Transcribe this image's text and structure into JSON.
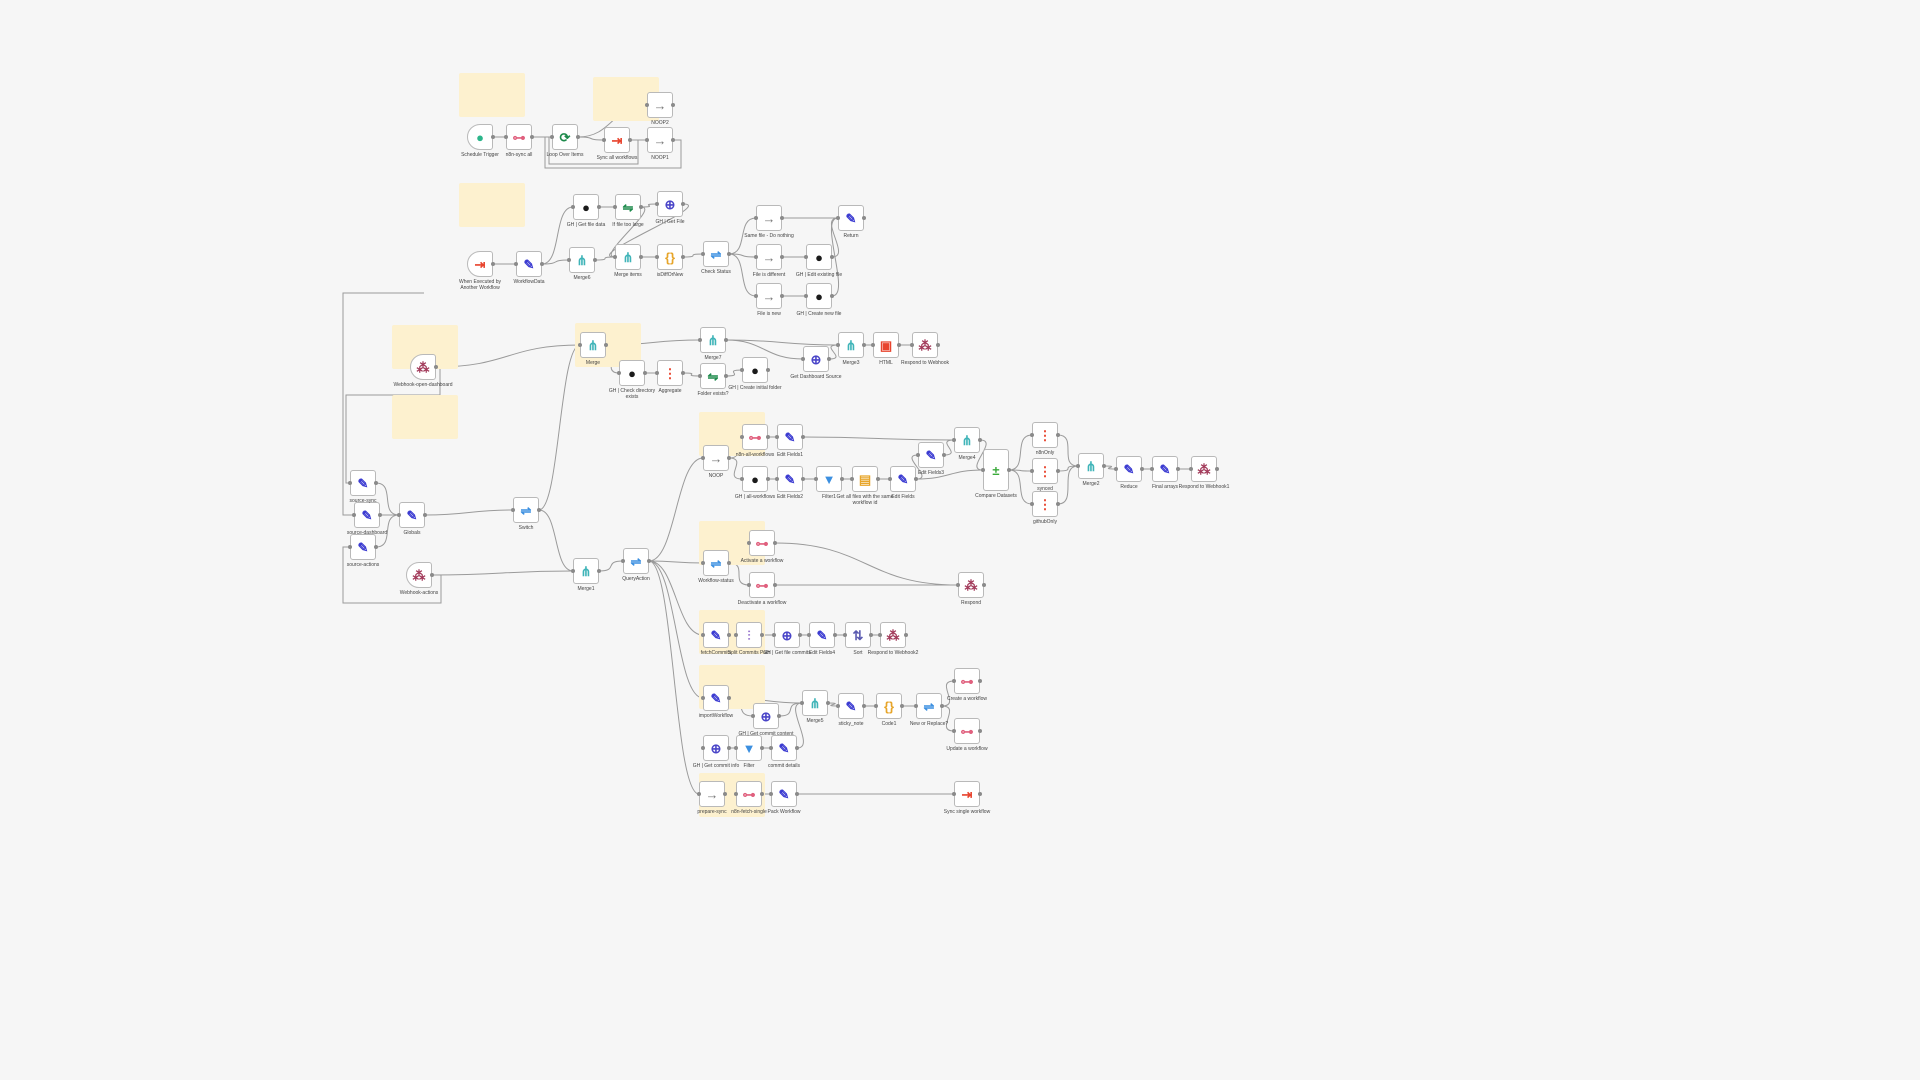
{
  "canvas": {
    "nodes": [
      {
        "label": "Schedule Trigger",
        "icon": "clock-icon"
      },
      {
        "label": "n8n-sync all",
        "icon": "n8n-icon"
      },
      {
        "label": "Loop Over Items",
        "icon": "loop-icon"
      },
      {
        "label": "Sync all workflows",
        "icon": "execute-workflow-icon"
      },
      {
        "label": "NOOP2",
        "icon": "arrow-right-icon"
      },
      {
        "label": "NOOP1",
        "icon": "arrow-right-icon"
      },
      {
        "label": "When Executed by Another Workflow",
        "icon": "execute-trigger-icon"
      },
      {
        "label": "WorkflowData",
        "icon": "pencil-icon"
      },
      {
        "label": "Merge6",
        "icon": "merge-icon"
      },
      {
        "label": "GH | Get file data",
        "icon": "github-icon"
      },
      {
        "label": "If file too large",
        "icon": "if-icon"
      },
      {
        "label": "GH | Get File",
        "icon": "globe-icon"
      },
      {
        "label": "Merge items",
        "icon": "merge-icon"
      },
      {
        "label": "isDiffOrNew",
        "icon": "code-icon"
      },
      {
        "label": "Check Status",
        "icon": "switch-icon"
      },
      {
        "label": "Same file - Do nothing",
        "icon": "arrow-right-icon"
      },
      {
        "label": "File is different",
        "icon": "arrow-right-icon"
      },
      {
        "label": "File is new",
        "icon": "arrow-right-icon"
      },
      {
        "label": "GH | Edit existing file",
        "icon": "github-icon"
      },
      {
        "label": "GH | Create new file",
        "icon": "github-icon"
      },
      {
        "label": "Return",
        "icon": "pencil-icon"
      },
      {
        "label": "Webhook-open-dashboard",
        "icon": "webhook-icon"
      },
      {
        "label": "Merge",
        "icon": "merge-icon"
      },
      {
        "label": "GH | Check directory exists",
        "icon": "github-icon"
      },
      {
        "label": "Aggregate",
        "icon": "aggregate-icon"
      },
      {
        "label": "Merge7",
        "icon": "merge-icon"
      },
      {
        "label": "Folder exists?",
        "icon": "if-icon"
      },
      {
        "label": "GH | Create initial folder",
        "icon": "github-icon"
      },
      {
        "label": "Get Dashboard Source",
        "icon": "globe-icon"
      },
      {
        "label": "Merge3",
        "icon": "merge-icon"
      },
      {
        "label": "HTML",
        "icon": "html-icon"
      },
      {
        "label": "Respond to Webhook",
        "icon": "webhook-icon"
      },
      {
        "label": "NOOP",
        "icon": "arrow-right-icon"
      },
      {
        "label": "n8n-all-workflows",
        "icon": "n8n-icon"
      },
      {
        "label": "Edit Fields1",
        "icon": "pencil-icon"
      },
      {
        "label": "GH | all-workflows",
        "icon": "github-icon"
      },
      {
        "label": "Edit Fields2",
        "icon": "pencil-icon"
      },
      {
        "label": "Filter1",
        "icon": "filter-icon"
      },
      {
        "label": "Get all files with the same workflow id",
        "icon": "clipboard-icon"
      },
      {
        "label": "Edit Fields",
        "icon": "pencil-icon"
      },
      {
        "label": "Edit Fields3",
        "icon": "pencil-icon"
      },
      {
        "label": "Merge4",
        "icon": "merge-icon"
      },
      {
        "label": "Compare Datasets",
        "icon": "compare-icon"
      },
      {
        "label": "n8nOnly",
        "icon": "aggregate-icon"
      },
      {
        "label": "synced",
        "icon": "aggregate-icon"
      },
      {
        "label": "githubOnly",
        "icon": "aggregate-icon"
      },
      {
        "label": "Merge2",
        "icon": "merge-icon"
      },
      {
        "label": "Reduce",
        "icon": "pencil-icon"
      },
      {
        "label": "Final arrays",
        "icon": "pencil-icon"
      },
      {
        "label": "Respond to Webhook1",
        "icon": "webhook-icon"
      },
      {
        "label": "source-sync",
        "icon": "pencil-icon"
      },
      {
        "label": "source-dashboard",
        "icon": "pencil-icon"
      },
      {
        "label": "source-actions",
        "icon": "pencil-icon"
      },
      {
        "label": "Globals",
        "icon": "pencil-icon"
      },
      {
        "label": "Switch",
        "icon": "switch-icon"
      },
      {
        "label": "Webhook-actions",
        "icon": "webhook-icon"
      },
      {
        "label": "Merge1",
        "icon": "merge-icon"
      },
      {
        "label": "QueryAction",
        "icon": "switch-icon"
      },
      {
        "label": "Workflow-status",
        "icon": "switch-icon"
      },
      {
        "label": "Activate a workflow",
        "icon": "n8n-icon"
      },
      {
        "label": "Deactivate a workflow",
        "icon": "n8n-icon"
      },
      {
        "label": "Respond",
        "icon": "webhook-icon"
      },
      {
        "label": "fetchCommits",
        "icon": "pencil-icon"
      },
      {
        "label": "Split Commits Path",
        "icon": "split-icon"
      },
      {
        "label": "GH | Get file commits",
        "icon": "globe-icon"
      },
      {
        "label": "Edit Fields4",
        "icon": "pencil-icon"
      },
      {
        "label": "Sort",
        "icon": "sort-icon"
      },
      {
        "label": "Respond to Webhook2",
        "icon": "webhook-icon"
      },
      {
        "label": "importWorkflow",
        "icon": "pencil-icon"
      },
      {
        "label": "GH | Get commit content",
        "icon": "globe-icon"
      },
      {
        "label": "Merge5",
        "icon": "merge-icon"
      },
      {
        "label": "sticky_note",
        "icon": "pencil-icon"
      },
      {
        "label": "Code1",
        "icon": "code-icon"
      },
      {
        "label": "New or Replace?",
        "icon": "switch-icon"
      },
      {
        "label": "Create a workflow",
        "icon": "n8n-icon"
      },
      {
        "label": "Update a workflow",
        "icon": "n8n-icon"
      },
      {
        "label": "GH | Get commit info",
        "icon": "globe-icon"
      },
      {
        "label": "Filter",
        "icon": "filter-icon"
      },
      {
        "label": "commit details",
        "icon": "pencil-icon"
      },
      {
        "label": "prepare-sync",
        "icon": "arrow-right-icon"
      },
      {
        "label": "n8n-fetch-single",
        "icon": "n8n-icon"
      },
      {
        "label": "Pack Workflow",
        "icon": "pencil-icon"
      },
      {
        "label": "Sync single workflow",
        "icon": "execute-workflow-icon"
      }
    ]
  },
  "colors": {
    "sticky": "#fdf1cf",
    "edge": "#9a9a9a",
    "pencil": "#3b3bd1",
    "github": "#1b1b1b",
    "globe": "#4a45c8",
    "merge": "#3fb4b8",
    "if": "#1d8a4b",
    "switch": "#3b8fe0",
    "code": "#e7a52a",
    "n8n": "#e0607e",
    "execute": "#e8442e",
    "webhook": "#a23a5a",
    "arrow": "#777777"
  }
}
